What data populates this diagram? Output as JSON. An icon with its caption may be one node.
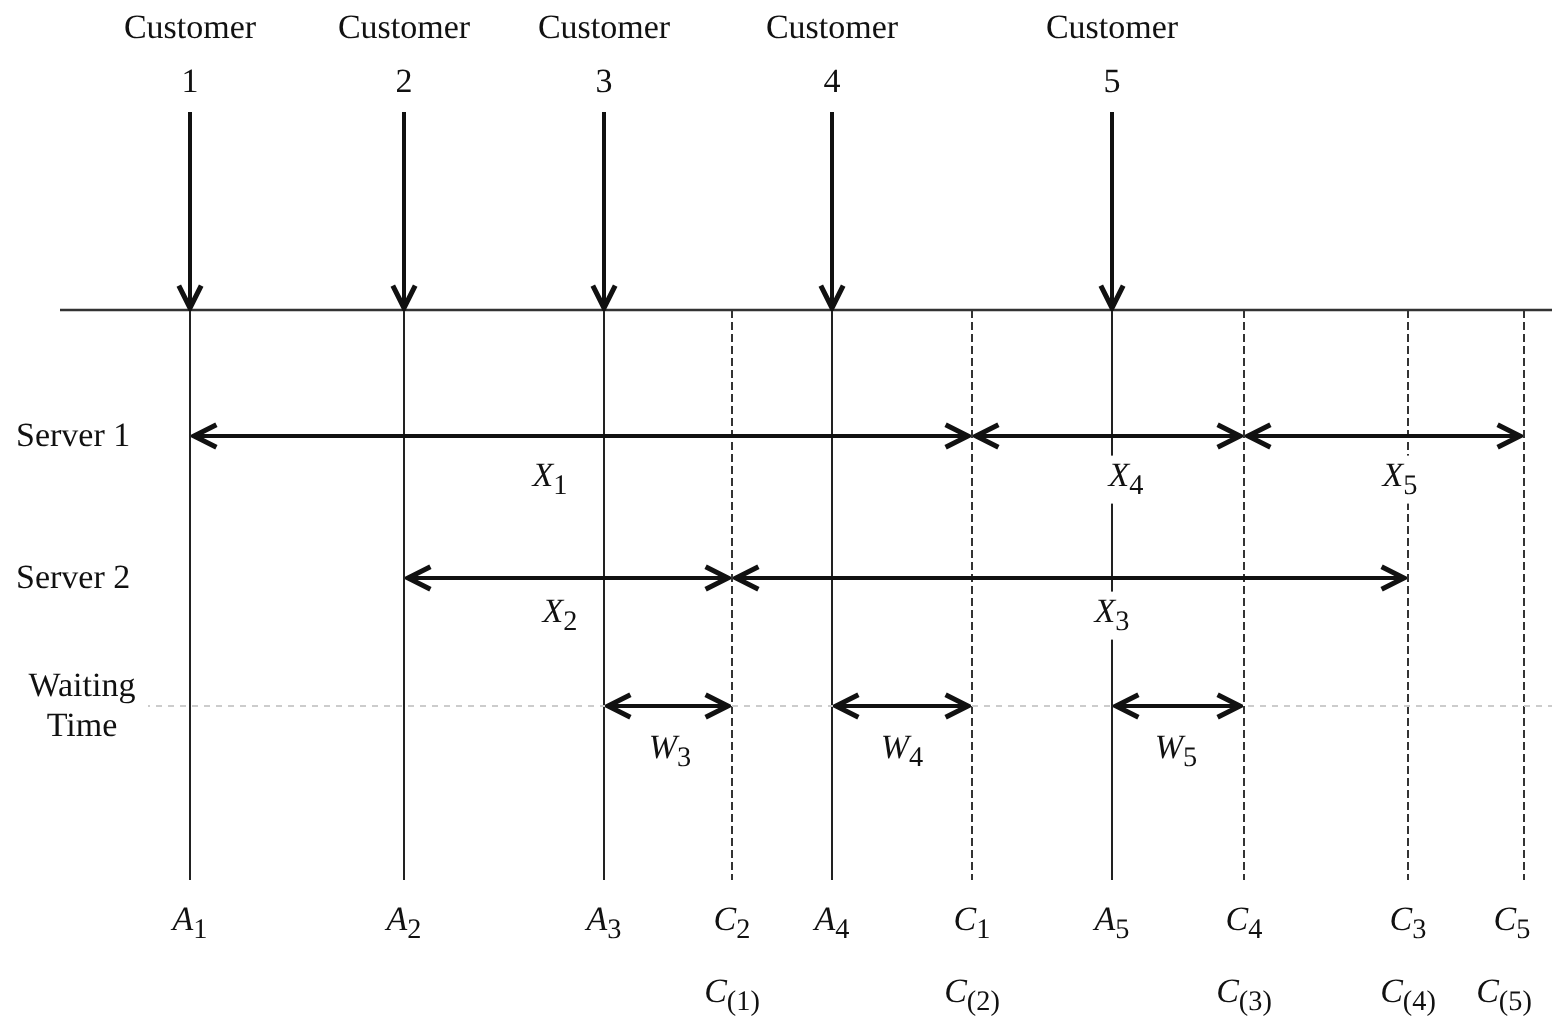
{
  "diagram": {
    "nodes": [
      {
        "text": [
          "Customer 1"
        ]
      },
      {
        "text": [
          "Customer 2"
        ]
      },
      {
        "text": [
          "Customer 3"
        ]
      },
      {
        "text": [
          "Customer 4"
        ]
      },
      {
        "text": [
          "Customer 5"
        ]
      }
    ],
    "edges": [
      {
        "from": 0,
        "to": null,
        "arrow": "to"
      },
      {
        "from": 1,
        "to": null,
        "arrow": "to"
      },
      {
        "from": 2,
        "to": null,
        "arrow": "to"
      },
      {
        "from": 3,
        "to": null,
        "arrow": "to"
      },
      {
        "from": 4,
        "to": null,
        "arrow": "to"
      }
    ],
    "labels": [
      "Server 1",
      "*X*$_{1}$",
      "*X*$_{4}$",
      "*X*$_{5}$",
      "Server 2",
      "*X*$_{2}$",
      "*X*$_{3}$",
      "Waiting Time",
      "*W*$_{3}$",
      "*W*$_{4}$",
      "*W*$_{5}$",
      "*A*$_{1}$",
      "*A*$_{2}$",
      "*A*$_{3}$",
      "*C*$_{2}$",
      "*A*$_{4}$",
      "*C*$_{1}$",
      "*A*$_{5}$",
      "*C*$_{4}$",
      "*C*$_{3}$",
      "*C*$_{5}$",
      "*C*$_{(1)}$",
      "*C*$_{(2)}$",
      "*C*$_{(3)}$",
      "*C*$_{(4)}$",
      "*C*$_{(5)}$"
    ]
  }
}
